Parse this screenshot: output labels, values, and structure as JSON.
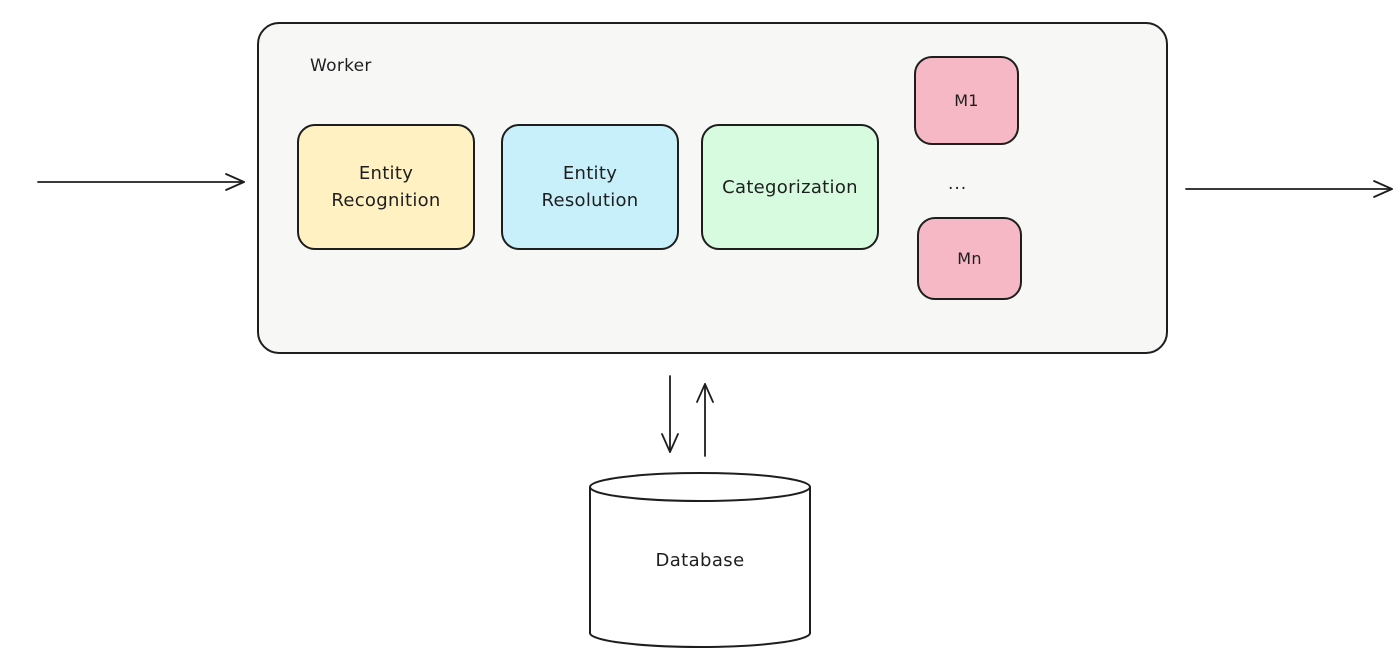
{
  "diagram": {
    "container": {
      "label": "Worker"
    },
    "stages": [
      {
        "id": "entity-recognition",
        "lines": [
          "Entity",
          "Recognition"
        ],
        "fill": "#fff1c2"
      },
      {
        "id": "entity-resolution",
        "lines": [
          "Entity",
          "Resolution"
        ],
        "fill": "#c7f0fb"
      },
      {
        "id": "categorization",
        "lines": [
          "Categorization"
        ],
        "fill": "#d6fbde"
      }
    ],
    "modules": {
      "first": {
        "label": "M1",
        "fill": "#f5b8c4"
      },
      "ellipsis": "...",
      "last": {
        "label": "Mn",
        "fill": "#f5b8c4"
      }
    },
    "database": {
      "label": "Database"
    },
    "colors": {
      "stroke": "#1e1e1e",
      "worker_fill": "#f7f7f6"
    },
    "edges": [
      {
        "from": "input",
        "to": "worker"
      },
      {
        "from": "worker",
        "to": "output"
      },
      {
        "from": "worker",
        "to": "database"
      },
      {
        "from": "database",
        "to": "worker"
      }
    ]
  }
}
